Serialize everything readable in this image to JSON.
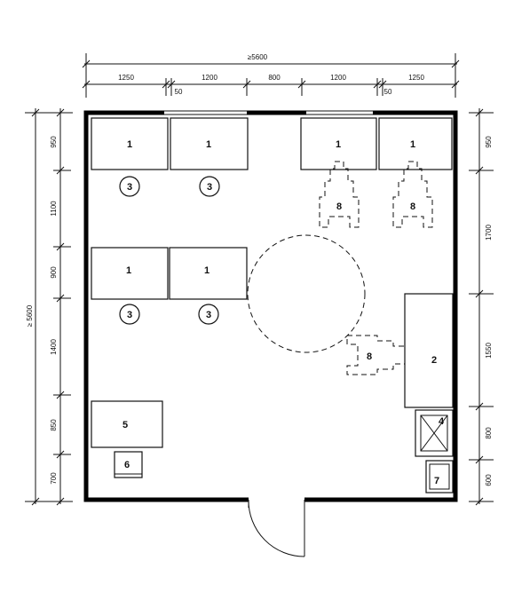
{
  "dimensions": {
    "top_total": "≥5600",
    "top": [
      "1250",
      "50",
      "1200",
      "800",
      "1200",
      "50",
      "1250"
    ],
    "left_total": "≥ 5600",
    "left": [
      "950",
      "1100",
      "900",
      "1400",
      "850",
      "700"
    ],
    "right": [
      "950",
      "1700",
      "1550",
      "800",
      "600"
    ]
  },
  "labels": {
    "table": "1",
    "board": "2",
    "stool": "3",
    "sink": "4",
    "desk": "5",
    "chair": "6",
    "bin": "7",
    "seat": "8"
  }
}
